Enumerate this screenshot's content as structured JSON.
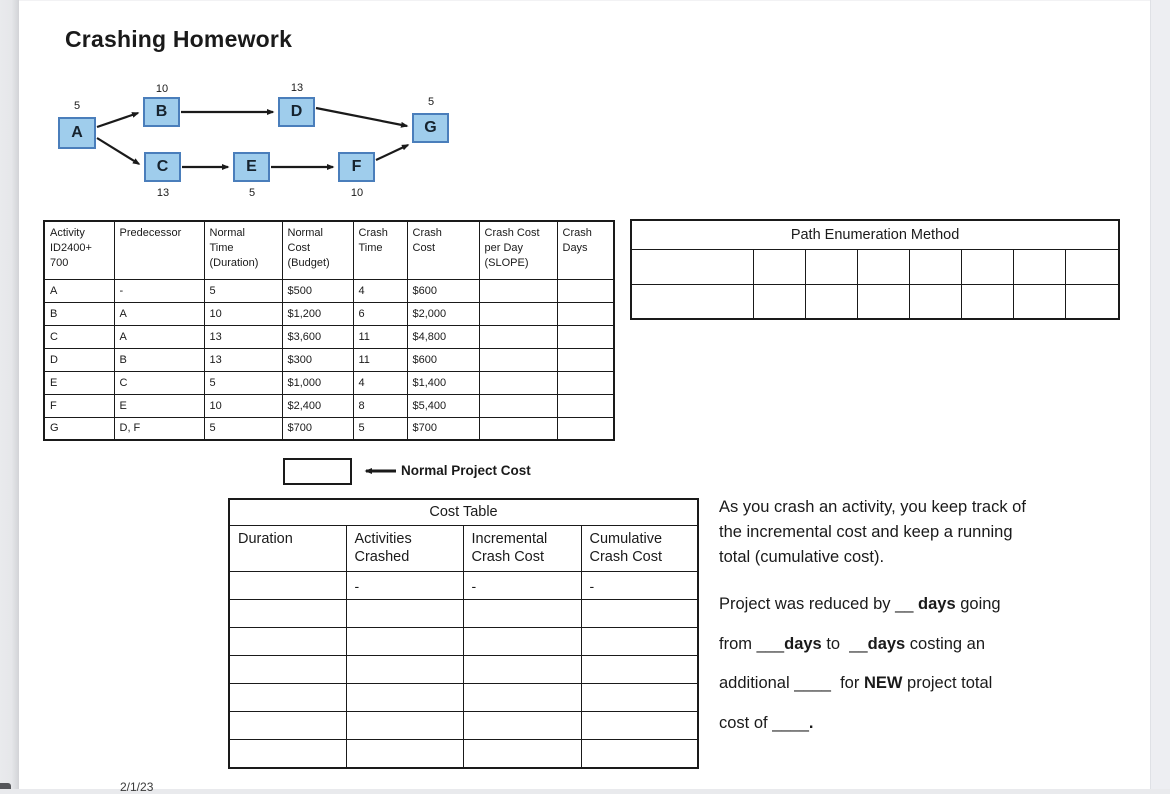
{
  "page": {
    "title": "Crashing Homework",
    "footer_date": "2/1/23"
  },
  "diagram": {
    "node_fill": "#9fcdec",
    "node_border": "#4a7ebb",
    "nodes": [
      {
        "id": "A",
        "duration": "5"
      },
      {
        "id": "B",
        "duration": "10"
      },
      {
        "id": "C",
        "duration": "13"
      },
      {
        "id": "D",
        "duration": "13"
      },
      {
        "id": "E",
        "duration": "5"
      },
      {
        "id": "F",
        "duration": "10"
      },
      {
        "id": "G",
        "duration": "5"
      }
    ],
    "edges": [
      "A→B",
      "A→C",
      "B→D",
      "C→E",
      "E→F",
      "D→G",
      "F→G"
    ]
  },
  "activity_table": {
    "headers": [
      "Activity\nID2400+\n700",
      "Predecessor",
      "Normal\nTime\n(Duration)",
      "Normal\nCost\n(Budget)",
      "Crash\nTime",
      "Crash\nCost",
      "Crash Cost\nper Day\n(SLOPE)",
      "Crash\nDays"
    ],
    "rows": [
      [
        "A",
        "-",
        "5",
        "$500",
        "4",
        "$600",
        "",
        ""
      ],
      [
        "B",
        "A",
        "10",
        "$1,200",
        "6",
        "$2,000",
        "",
        ""
      ],
      [
        "C",
        "A",
        "13",
        "$3,600",
        "11",
        "$4,800",
        "",
        ""
      ],
      [
        "D",
        "B",
        "13",
        "$300",
        "11",
        "$600",
        "",
        ""
      ],
      [
        "E",
        "C",
        "5",
        "$1,000",
        "4",
        "$1,400",
        "",
        ""
      ],
      [
        "F",
        "E",
        "10",
        "$2,400",
        "8",
        "$5,400",
        "",
        ""
      ],
      [
        "G",
        "D, F",
        "5",
        "$700",
        "5",
        "$700",
        "",
        ""
      ]
    ]
  },
  "normal_project_cost": {
    "label": "Normal Project Cost",
    "value": ""
  },
  "path_table": {
    "title": "Path Enumeration Method",
    "rows": 2,
    "cols": 8
  },
  "cost_table": {
    "title": "Cost Table",
    "headers": [
      "Duration",
      "Activities\nCrashed",
      "Incremental\nCrash Cost",
      "Cumulative\nCrash Cost"
    ],
    "rows": [
      [
        "",
        "-",
        "-",
        "-"
      ],
      [
        "",
        "",
        "",
        ""
      ],
      [
        "",
        "",
        "",
        ""
      ],
      [
        "",
        "",
        "",
        ""
      ],
      [
        "",
        "",
        "",
        ""
      ],
      [
        "",
        "",
        "",
        ""
      ],
      [
        "",
        "",
        "",
        ""
      ]
    ]
  },
  "note": {
    "para1": "As you crash an activity, you keep track of\nthe incremental cost and keep a running\ntotal (cumulative cost).",
    "para2_segments": [
      {
        "text": "Project was reduced by __ ",
        "bold": false
      },
      {
        "text": "days",
        "bold": true
      },
      {
        "text": " going\nfrom ___",
        "bold": false
      },
      {
        "text": "days",
        "bold": true
      },
      {
        "text": " to  __",
        "bold": false
      },
      {
        "text": "days",
        "bold": true
      },
      {
        "text": " costing an\nadditional ____  for ",
        "bold": false
      },
      {
        "text": "NEW",
        "bold": true
      },
      {
        "text": " project total\ncost of ____",
        "bold": false
      },
      {
        "text": ".",
        "bold": true
      }
    ]
  }
}
